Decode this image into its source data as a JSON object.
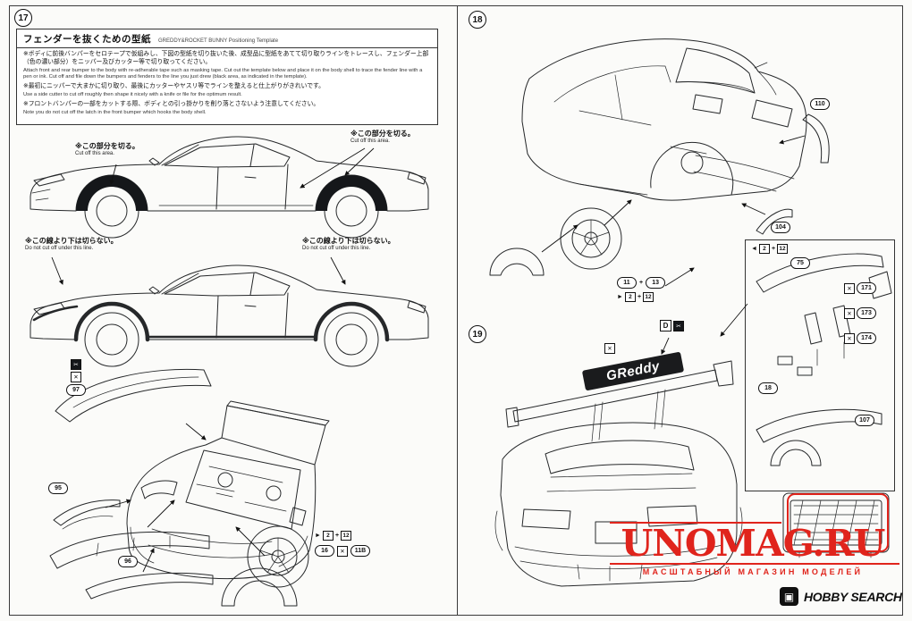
{
  "left": {
    "step": "17",
    "box": {
      "title_jp": "フェンダーを抜くための型紙",
      "title_en": "GREDDY&ROCKET BUNNY Positioning Template",
      "items": [
        {
          "jp": "※ボディに前後バンパーをセロテープで仮組みし、下図の型紙を切り抜いた後、成型品に型紙をあてて切り取りラインをトレースし、フェンダー上部（色の濃い部分）をニッパー及びカッター等で切り取ってください。",
          "en": "Attach front and rear bumper to the body with re-adherable tape such as masking tape. Cut out the template below and place it on the body shell to trace the fender line with a pen or ink. Cut off and file down the bumpers and fenders to the line you just drew (black area, as indicated in the template)."
        },
        {
          "jp": "※最初にニッパーで大まかに切り取り、最後にカッターやヤスリ等でラインを整えると仕上がりがきれいです。",
          "en": "Use a side cutter to cut off roughly then shape it nicely with a knife or file for the optimum result."
        },
        {
          "jp": "※フロントバンパーの一部をカットする際、ボディとの引っ掛かりを削り落とさないよう注意してください。",
          "en": "Note you do not cut off the latch in the front bumper which hooks the body shell."
        }
      ]
    },
    "fig1": {
      "cut_left_jp": "※この部分を切る。",
      "cut_left_en": "Cut off this area.",
      "cut_right_jp": "※この部分を切る。",
      "cut_right_en": "Cut off this area."
    },
    "fig2": {
      "nocut_left_jp": "※この線より下は切らない。",
      "nocut_left_en": "Do not cut off under this line.",
      "nocut_right_jp": "※この線より下は切らない。",
      "nocut_right_en": "Do not cut off under this line."
    },
    "parts": {
      "hood": "97",
      "splitter": "95",
      "lip": "96",
      "fender16": "16",
      "fender11b": "11B"
    },
    "note": {
      "a": "2",
      "b": "12"
    }
  },
  "right": {
    "step18": {
      "step": "18",
      "p110": "110",
      "p104": "104",
      "p11": "11",
      "p13": "13",
      "note_a": "2",
      "note_b": "12"
    },
    "step19": {
      "step": "19",
      "wing_text": "GReddy",
      "paint": "D"
    },
    "box": {
      "note_a": "2",
      "note_b": "12",
      "p75": "75",
      "p171": "171",
      "p173": "173",
      "p174": "174",
      "p18": "18",
      "p107": "107"
    }
  },
  "icons": {
    "cut": "✂",
    "cross": "✕",
    "arrow_r": "►",
    "arrow_l": "◄",
    "plus": "+"
  },
  "watermark": {
    "title": "UNOMAG.RU",
    "subtitle": "МАСШТАБНЫЙ МАГАЗИН МОДЕЛЕЙ"
  },
  "logo": {
    "name": "HOBBY SEARCH",
    "icon": "▣"
  }
}
